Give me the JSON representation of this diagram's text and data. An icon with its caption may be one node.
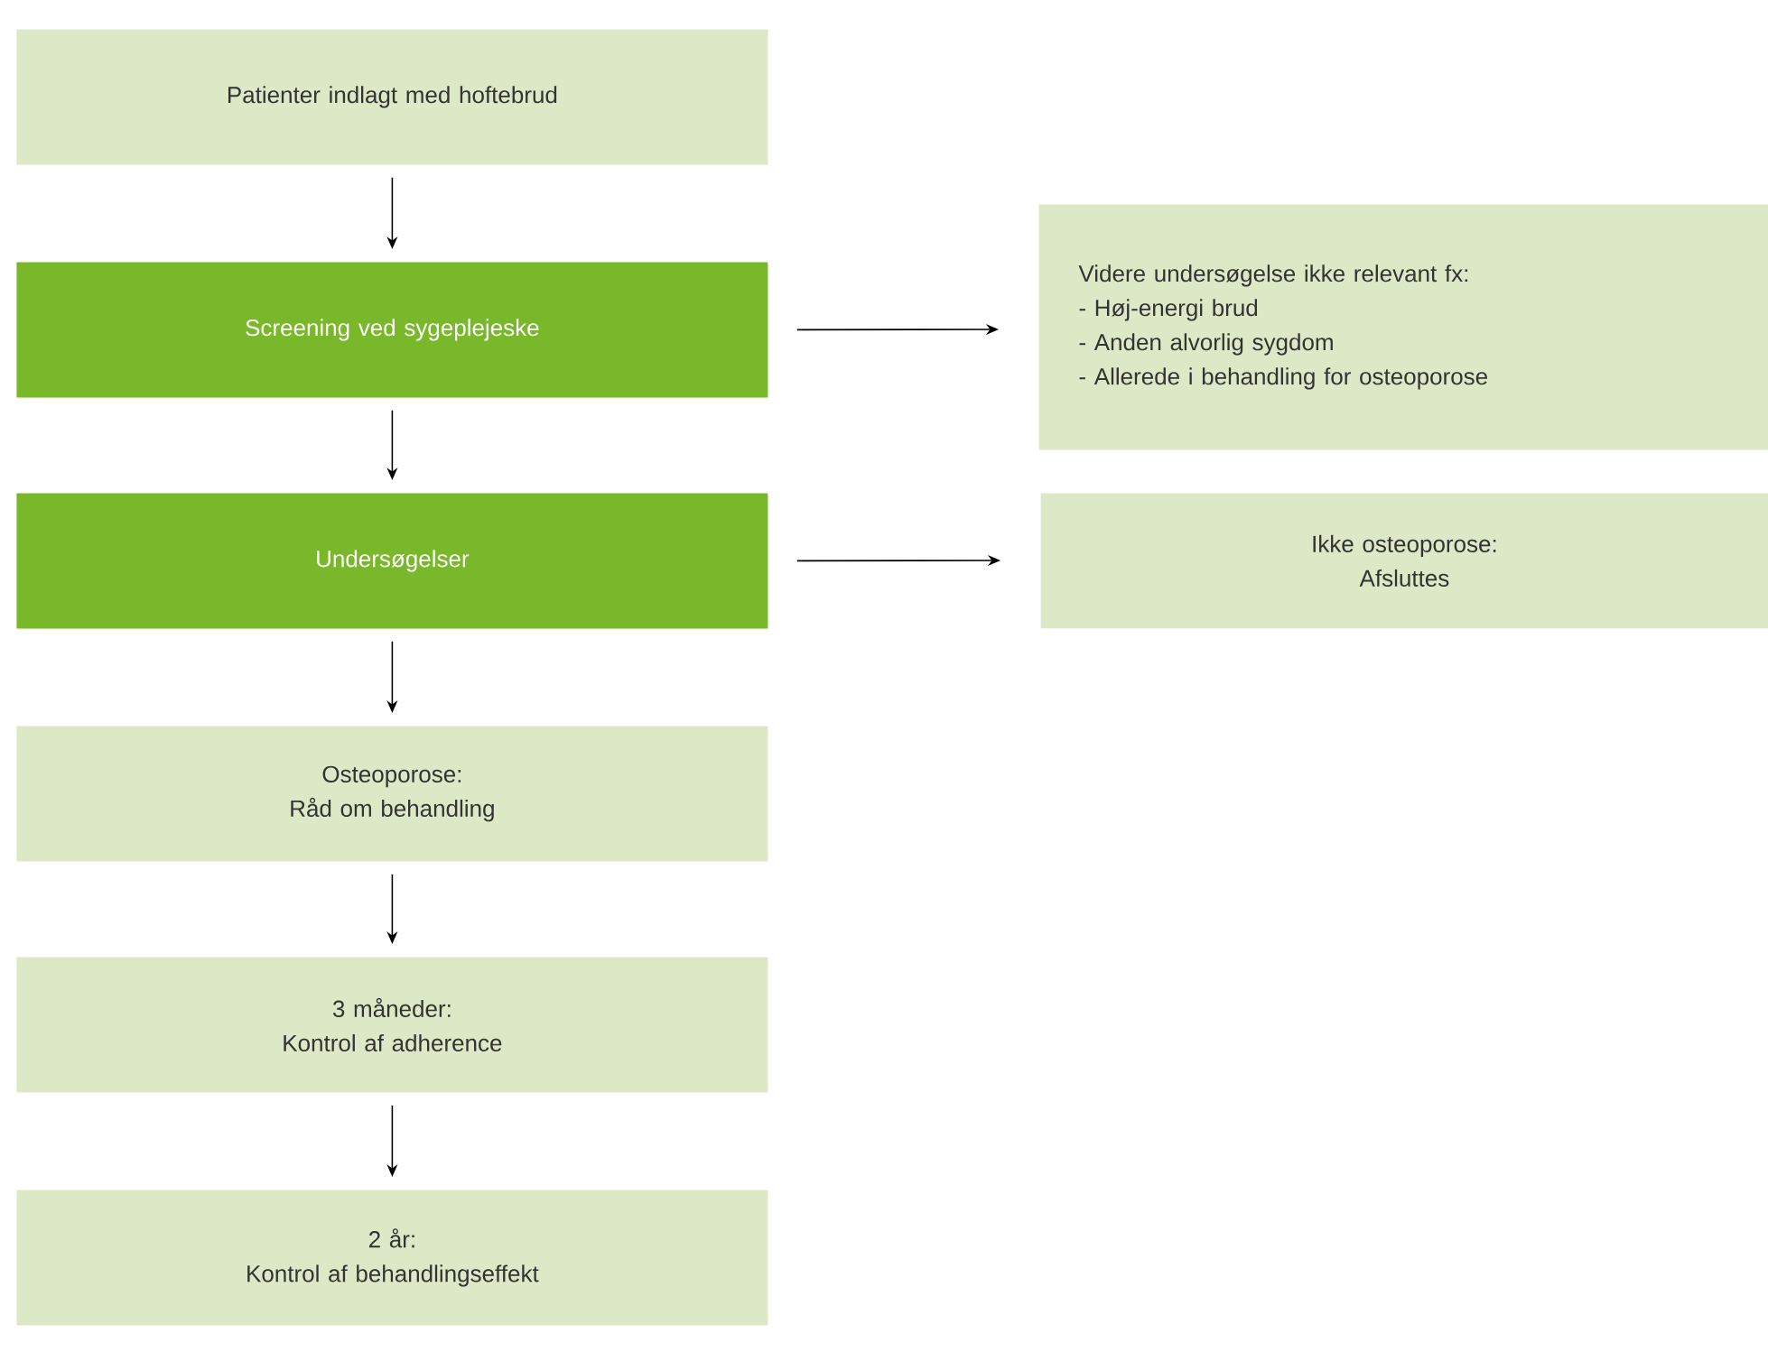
{
  "diagram": {
    "nodes": [
      {
        "text": [
          "Patienter indlagt med hoftebrud"
        ]
      },
      {
        "text": [
          "Screening ved sygeplejeske"
        ]
      },
      {
        "text": [
          "Videre undersøgelse ikke relevant fx:",
          "- Høj-energi brud",
          "- Anden alvorlig sygdom",
          "- Allerede i behandling for osteoporose"
        ]
      },
      {
        "text": [
          "Undersøgelser"
        ]
      },
      {
        "text": [
          "Ikke osteoporose:",
          "Afsluttes"
        ]
      },
      {
        "text": [
          "Osteoporose:",
          "Råd om behandling"
        ]
      },
      {
        "text": [
          "3 måneder:",
          "Kontrol af adherence"
        ]
      },
      {
        "text": [
          "2 år:",
          "Kontrol af behandlingseffekt"
        ]
      }
    ],
    "edges": [
      {
        "from": 0,
        "to": 1,
        "arrow": "to"
      },
      {
        "from": 1,
        "to": 2,
        "arrow": "to"
      },
      {
        "from": 1,
        "to": 3,
        "arrow": "to"
      },
      {
        "from": 3,
        "to": 4,
        "arrow": "to"
      },
      {
        "from": 3,
        "to": 5,
        "arrow": "to"
      },
      {
        "from": 5,
        "to": 6,
        "arrow": "to"
      },
      {
        "from": 6,
        "to": 7,
        "arrow": "to"
      }
    ]
  }
}
